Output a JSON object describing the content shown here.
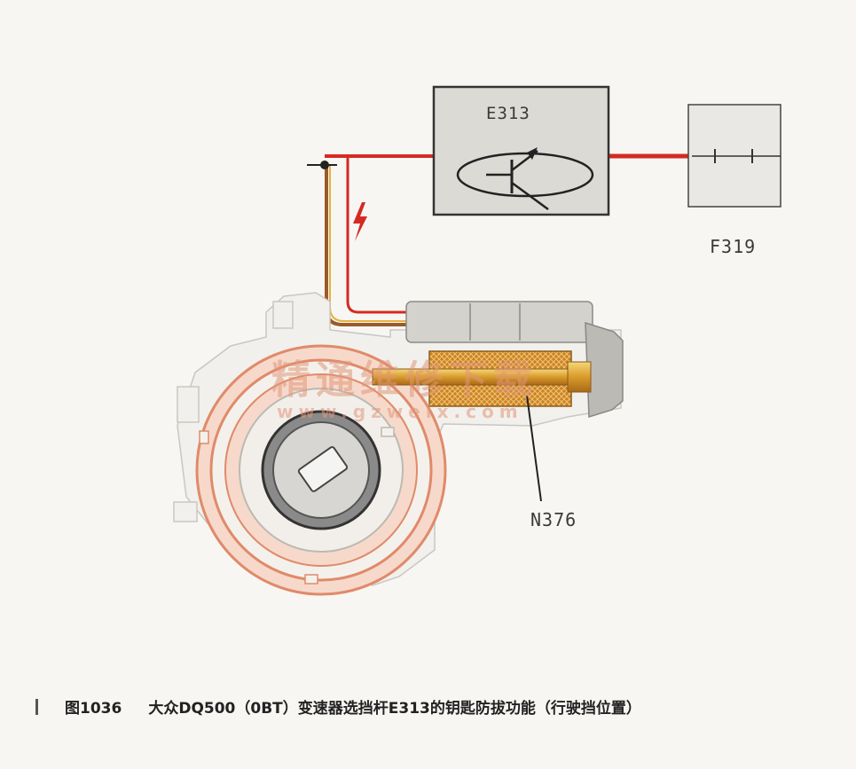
{
  "labels": {
    "module": "E313",
    "switch": "F319",
    "solenoid": "N376"
  },
  "watermark": {
    "text": "精通维修下载",
    "url": "www.gzweix.com"
  },
  "caption": {
    "number": "图1036",
    "text": "大众DQ500（0BT）变速器选挡杆E313的钥匙防拔功能（行驶挡位置）"
  },
  "colors": {
    "wire_red": "#d42a22",
    "wire_brown": "#9a5a2a",
    "accent_orange": "#e8a98c",
    "module_fill": "#dcdad5",
    "solenoid_gold": "#e5b23c"
  }
}
